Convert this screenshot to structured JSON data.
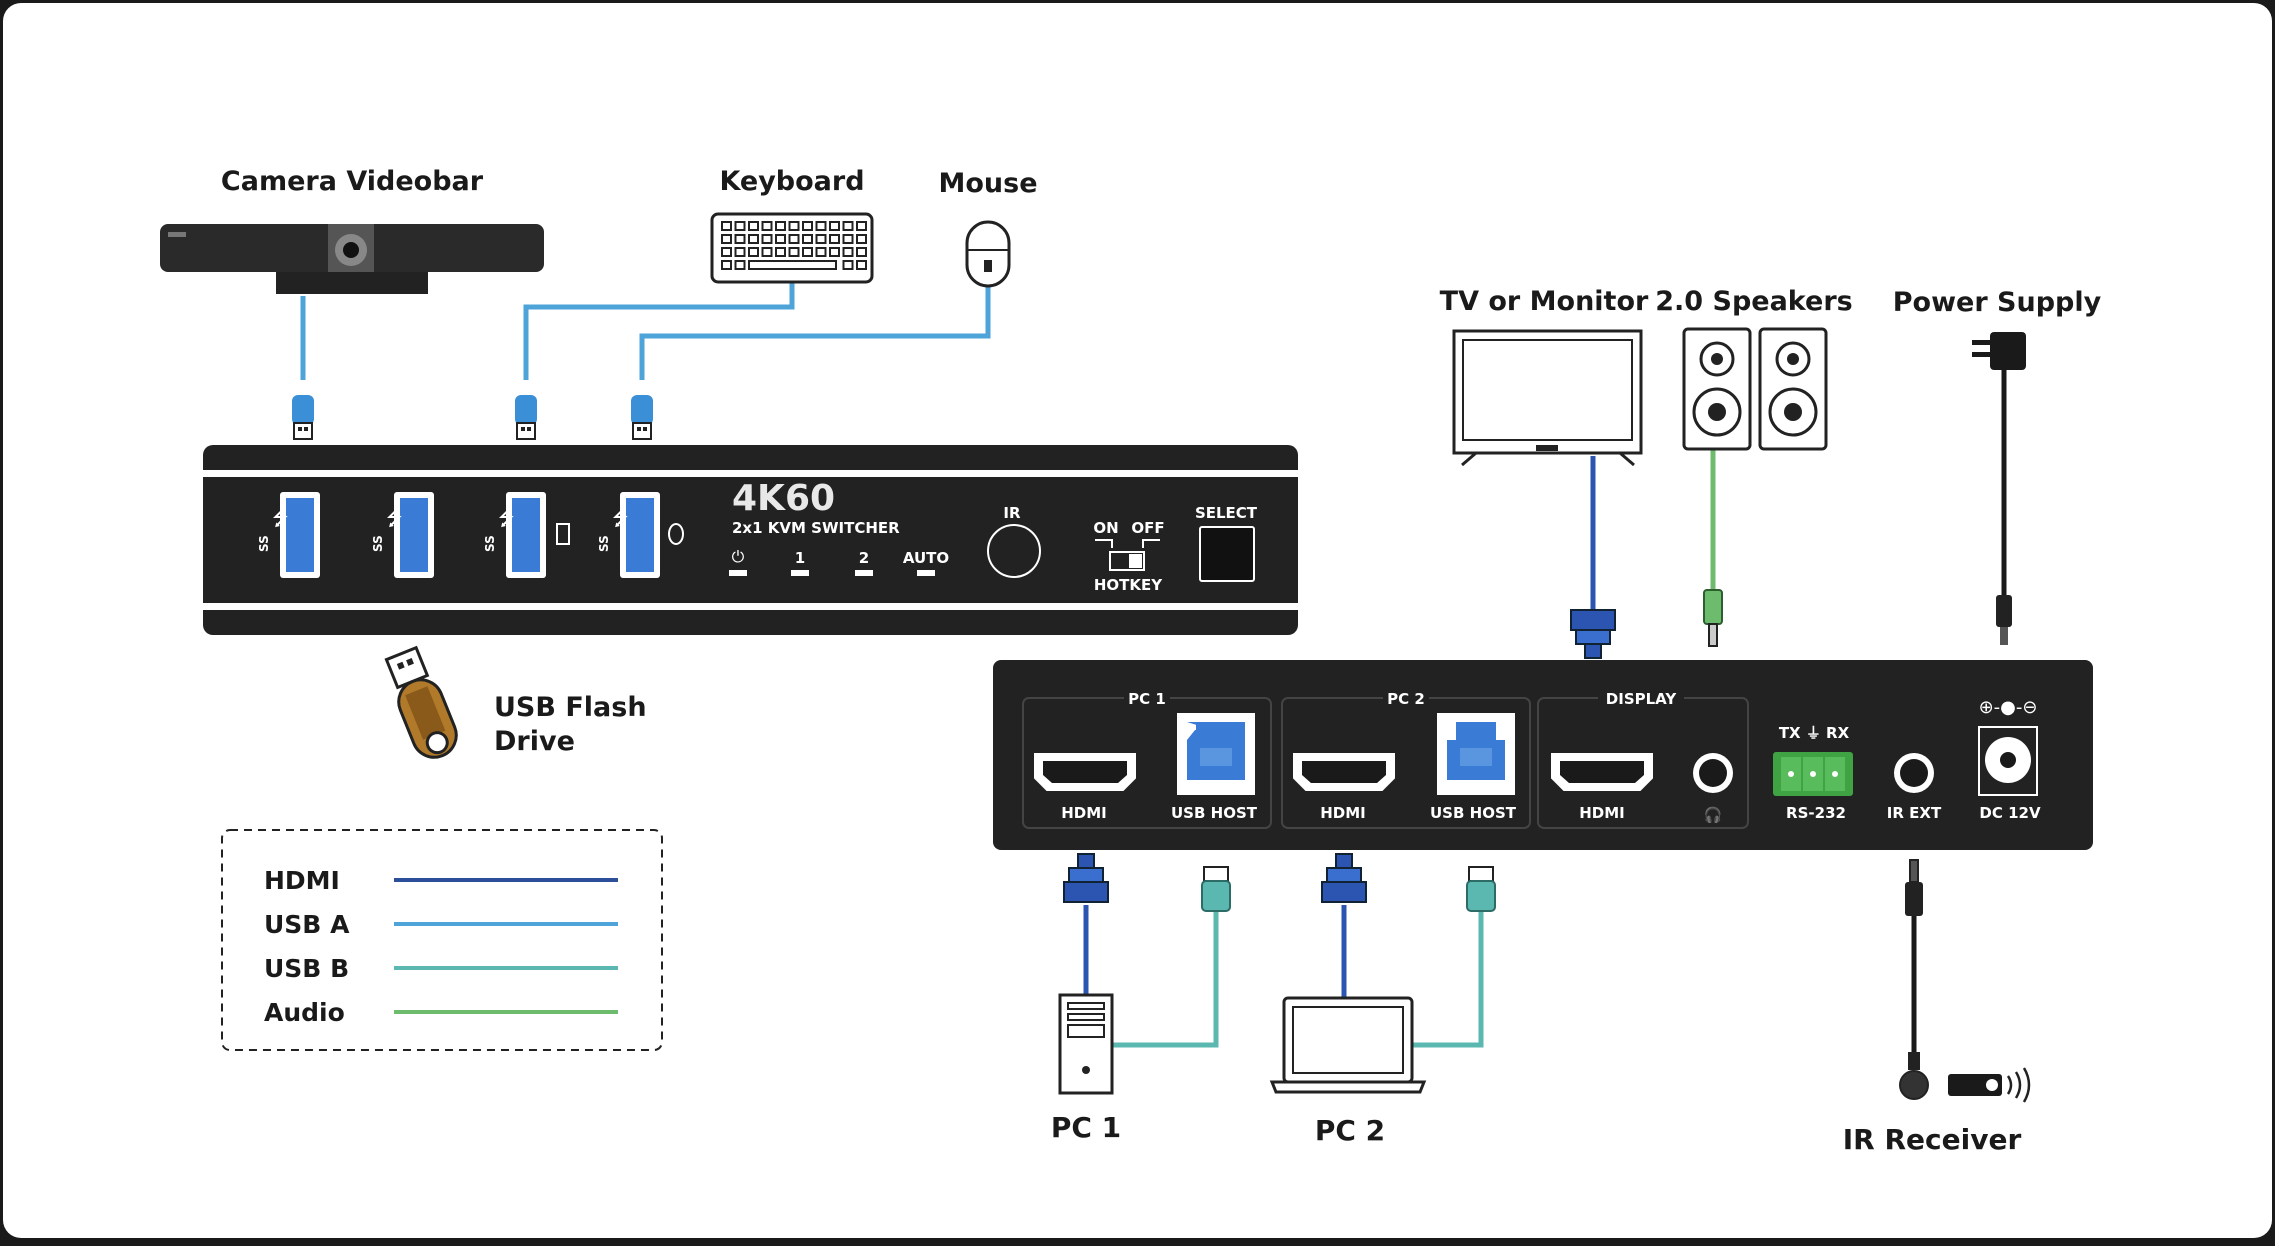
{
  "labels": {
    "camera": "Camera Videobar",
    "keyboard": "Keyboard",
    "mouse": "Mouse",
    "tv": "TV or Monitor",
    "speakers": "2.0 Speakers",
    "power": "Power Supply",
    "usb_flash_line1": "USB Flash",
    "usb_flash_line2": "Drive",
    "pc1": "PC 1",
    "pc2": "PC 2",
    "ir_receiver": "IR Receiver"
  },
  "front_panel": {
    "model": "4K60",
    "subtitle": "2x1 KVM SWITCHER",
    "usb_ss": "SS",
    "ir": "IR",
    "select": "SELECT",
    "on": "ON",
    "off": "OFF",
    "hotkey": "HOTKEY",
    "led_1": "1",
    "led_2": "2",
    "led_auto": "AUTO"
  },
  "rear_panel": {
    "pc1": "PC 1",
    "pc2": "PC 2",
    "display": "DISPLAY",
    "hdmi": "HDMI",
    "usb_host": "USB HOST",
    "tx_rx": "TX ⏚ RX",
    "rs232": "RS-232",
    "ir_ext": "IR EXT",
    "dc12v": "DC 12V"
  },
  "legend": [
    {
      "label": "HDMI",
      "color": "#2d4f9a"
    },
    {
      "label": "USB A",
      "color": "#4ea3d8"
    },
    {
      "label": "USB B",
      "color": "#5bb8b0"
    },
    {
      "label": "Audio",
      "color": "#6dbb6d"
    }
  ],
  "colors": {
    "hdmi": "#2b55b0",
    "usb_a": "#4ea3d8",
    "usb_b": "#5bb8b0",
    "audio": "#6dbb6d",
    "cable_black": "#1a1a1a",
    "port_blue": "#3a7bd5"
  }
}
